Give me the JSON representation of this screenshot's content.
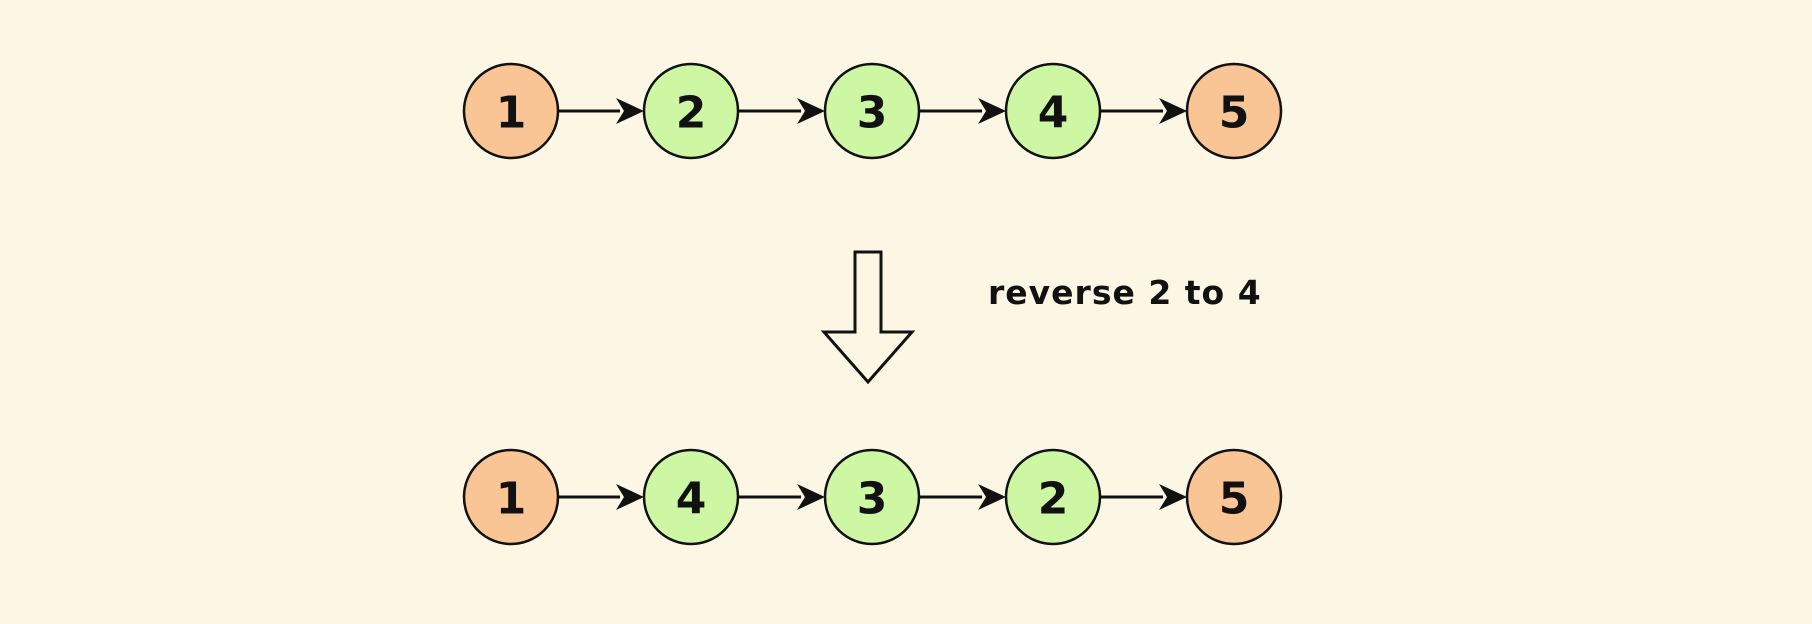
{
  "colors": {
    "background": "#fcf7e5",
    "endpoint_node": "#f9c595",
    "reversed_node": "#cdf7a3",
    "stroke": "#111111"
  },
  "lists": {
    "before": {
      "nodes": [
        {
          "label": "1",
          "role": "endpoint"
        },
        {
          "label": "2",
          "role": "reversed"
        },
        {
          "label": "3",
          "role": "reversed"
        },
        {
          "label": "4",
          "role": "reversed"
        },
        {
          "label": "5",
          "role": "endpoint"
        }
      ]
    },
    "after": {
      "nodes": [
        {
          "label": "1",
          "role": "endpoint"
        },
        {
          "label": "4",
          "role": "reversed"
        },
        {
          "label": "3",
          "role": "reversed"
        },
        {
          "label": "2",
          "role": "reversed"
        },
        {
          "label": "5",
          "role": "endpoint"
        }
      ]
    }
  },
  "transition": {
    "caption": "reverse 2 to 4",
    "icon": "hollow-down-arrow-icon"
  }
}
